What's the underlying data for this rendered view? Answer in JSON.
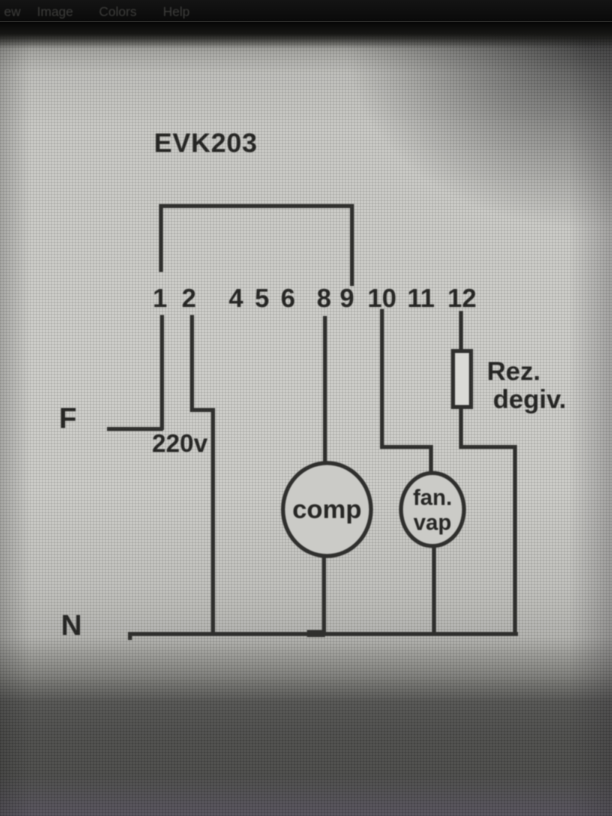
{
  "window": {
    "menu_items": [
      "ew",
      "Image",
      "Colors",
      "Help"
    ]
  },
  "diagram": {
    "title": "EVK203",
    "terminals": [
      "1",
      "2",
      "4",
      "5",
      "6",
      "8",
      "9",
      "10",
      "11",
      "12"
    ],
    "labels": {
      "phase": "F",
      "neutral": "N",
      "voltage": "220v",
      "compressor": "comp",
      "fan_line1": "fan.",
      "fan_line2": "vap",
      "heater_line1": "Rez.",
      "heater_line2": "degiv."
    },
    "colors": {
      "line": "#2f2f2d",
      "text": "#262624",
      "background": "#c9c9c5",
      "circle_fill": "#cbcbc7",
      "resistor_fill": "#dadad6"
    }
  }
}
